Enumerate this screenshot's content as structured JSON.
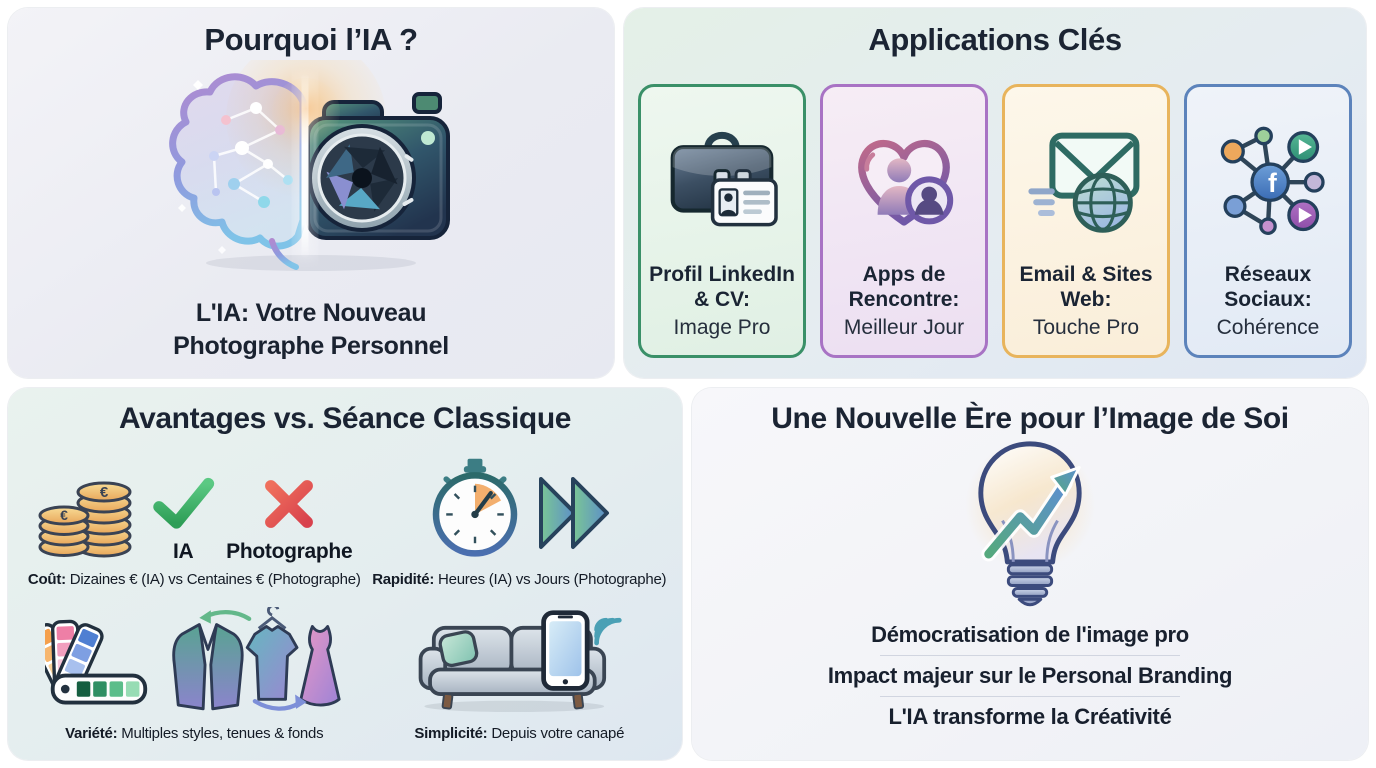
{
  "panels": {
    "why": {
      "title": "Pourquoi l’IA ?",
      "caption_line1": "L'IA: Votre Nouveau",
      "caption_line2": "Photographe Personnel"
    },
    "applications": {
      "title": "Applications Clés",
      "cards": [
        {
          "title": "Profil LinkedIn & CV:",
          "subtitle": "Image Pro",
          "icon": "briefcase-idcard-icon",
          "border_color": "#3a9068"
        },
        {
          "title": "Apps de Rencontre:",
          "subtitle": "Meilleur Jour",
          "icon": "heart-people-icon",
          "border_color": "#a873c4"
        },
        {
          "title": "Email & Sites Web:",
          "subtitle": "Touche Pro",
          "icon": "email-globe-icon",
          "border_color": "#e8b45c"
        },
        {
          "title": "Réseaux Sociaux:",
          "subtitle": "Cohérence",
          "icon": "social-network-icon",
          "border_color": "#5c83bb"
        }
      ]
    },
    "advantages": {
      "title": "Avantages vs. Séance Classique",
      "check_label": "IA",
      "cross_label": "Photographe",
      "items": [
        {
          "label": "Coût:",
          "text": "Dizaines € (IA) vs Centaines € (Photographe)"
        },
        {
          "label": "Rapidité:",
          "text": "Heures (IA) vs Jours (Photographe)"
        },
        {
          "label": "Variété:",
          "text": "Multiples styles, tenues & fonds"
        },
        {
          "label": "Simplicité:",
          "text": "Depuis votre canapé"
        }
      ]
    },
    "new_era": {
      "title": "Une Nouvelle Ère pour l’Image de Soi",
      "lines": [
        "Démocratisation de l'image pro",
        "Impact majeur sur le Personal Branding",
        "L'IA transforme la Créativité"
      ]
    }
  },
  "colors": {
    "title_text": "#1b2433",
    "check_green": "#3fae62",
    "cross_red": "#dd4f4f",
    "card_green": "#3a9068",
    "card_purple": "#a873c4",
    "card_orange": "#e8b45c",
    "card_blue": "#5c83bb"
  }
}
